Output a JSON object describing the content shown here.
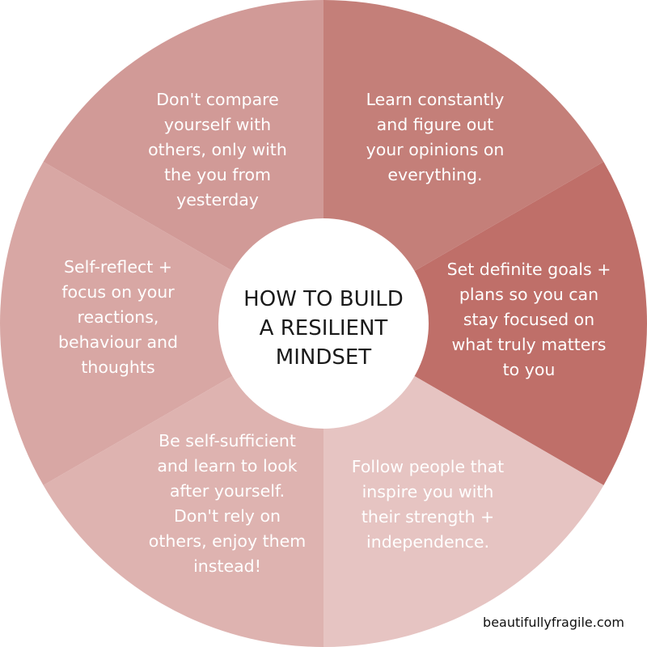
{
  "title_lines": [
    "HOW TO BUILD",
    "A RESILIENT",
    "MINDSET"
  ],
  "segments": [
    {
      "id": "top-right",
      "color": "#c47f79",
      "lines": [
        "Learn constantly",
        "and figure out",
        "your opinions on",
        "everything."
      ]
    },
    {
      "id": "right",
      "color": "#bf6f69",
      "lines": [
        "Set definite goals +",
        "plans so you can",
        "stay focused on",
        "what truly matters",
        "to you"
      ]
    },
    {
      "id": "bottom-right",
      "color": "#e6c4c2",
      "lines": [
        "Follow people that",
        "inspire you with",
        "their strength +",
        "independence."
      ]
    },
    {
      "id": "bottom-left",
      "color": "#deb3b0",
      "lines": [
        "Be self-sufficient",
        "and learn to look",
        "after yourself.",
        "Don't rely on",
        "others, enjoy them",
        "instead!"
      ]
    },
    {
      "id": "left",
      "color": "#d8a7a4",
      "lines": [
        "Self-reflect +",
        "focus on your",
        "reactions,",
        "behaviour and",
        "thoughts"
      ]
    },
    {
      "id": "top-left",
      "color": "#d19a97",
      "lines": [
        "Don't compare",
        "yourself with",
        "others, only with",
        "the you from",
        "yesterday"
      ]
    }
  ],
  "center_color": "#ffffff",
  "footer_text": "beautifullyfragile.com"
}
